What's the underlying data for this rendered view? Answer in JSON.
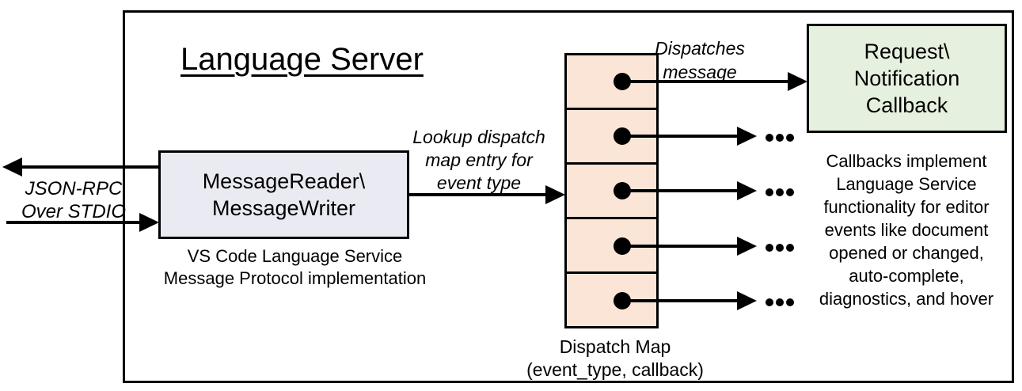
{
  "diagram": {
    "title": "Language Server",
    "io_label": "JSON-RPC\nOver STDIO",
    "reader_box_label": "MessageReader\\\nMessageWriter",
    "reader_caption": "VS Code Language Service\nMessage Protocol implementation",
    "lookup_label": "Lookup dispatch\nmap entry for\nevent type",
    "dispatch_label": "Dispatches\nmessage",
    "callback_box_label": "Request\\\nNotification\nCallback",
    "callback_caption": "Callbacks implement\nLanguage Service\nfunctionality for editor\nevents like document\nopened or changed,\nauto-complete,\ndiagnostics, and hover",
    "map_caption": "Dispatch Map\n(event_type, callback)",
    "map_rows": 5,
    "colors": {
      "line": "#000000",
      "reader_fill": "#eaeaf2",
      "map_fill": "#fbe5d6",
      "callback_fill": "#e6f0de",
      "background": "#ffffff"
    }
  }
}
